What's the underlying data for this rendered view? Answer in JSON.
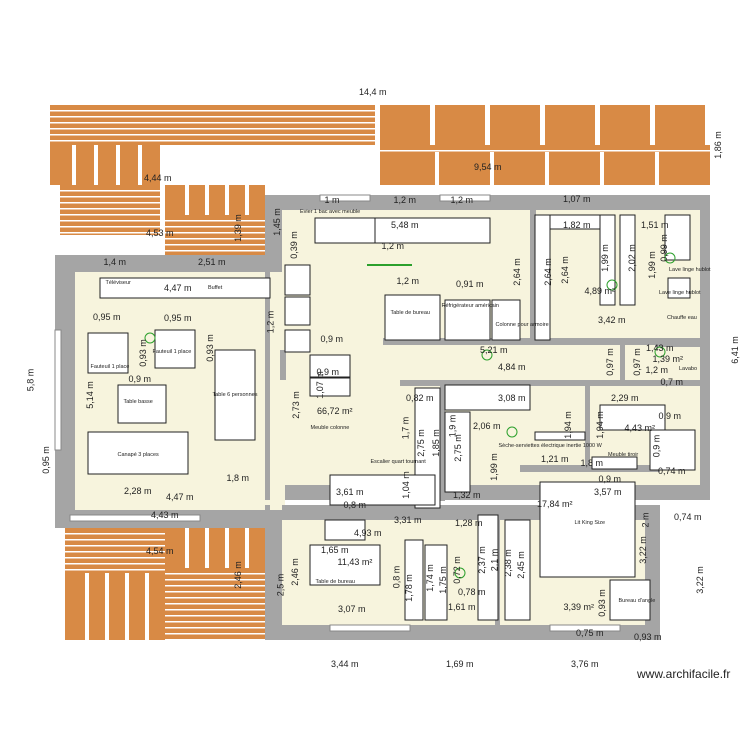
{
  "colors": {
    "deck": "#d88a45",
    "wall": "#a5a5a5",
    "floor": "#f7f4dd",
    "furniture": "#ffffff",
    "light_fixture": "#2ca02c"
  },
  "watermark": "www.archifacile.fr",
  "dimensions": [
    "14,4 m",
    "1,86 m",
    "9,54 m",
    "4,44 m",
    "4,53 m",
    "1,39 m",
    "1,4 m",
    "2,51 m",
    "1 m",
    "1,2 m",
    "1,2 m",
    "1,07 m",
    "1,45 m",
    "5,48 m",
    "1,2 m",
    "0,39 m",
    "1,82 m",
    "1,51 m",
    "0,99 m",
    "2,64 m",
    "2,64 m",
    "2,64 m",
    "1,99 m",
    "2,02 m",
    "1,99 m",
    "3,42 m",
    "1,2 m",
    "0,91 m",
    "5,21 m",
    "4,84 m",
    "0,97 m",
    "1,43 m",
    "0,97 m",
    "1,2 m",
    "0,7 m",
    "4,47 m",
    "0,95 m",
    "0,95 m",
    "0,93 m",
    "0,93 m",
    "0,9 m",
    "5,14 m",
    "0,95 m",
    "5,8 m",
    "1,2 m",
    "0,9 m",
    "0,9 m",
    "1,07 m",
    "2,73 m",
    "1,8 m",
    "2,28 m",
    "4,47 m",
    "4,43 m",
    "4,54 m",
    "2,46 m",
    "0,82 m",
    "3,08 m",
    "1,7 m",
    "2,75 m",
    "1,85 m",
    "1,9 m",
    "2,75 m",
    "2,06 m",
    "1,99 m",
    "1,94 m",
    "1,94 m",
    "2,29 m",
    "0,9 m",
    "0,9 m",
    "0,74 m",
    "1,21 m",
    "1,8 m",
    "1,04 m",
    "1,32 m",
    "3,61 m",
    "0,8 m",
    "0,9 m",
    "3,57 m",
    "0,74 m",
    "3,22 m",
    "6,41 m",
    "3,31 m",
    "4,93 m",
    "1,28 m",
    "1,65 m",
    "2,46 m",
    "2,5 m",
    "0,8 m",
    "1,78 m",
    "1,74 m",
    "1,75 m",
    "0,72 m",
    "0,78 m",
    "2,37 m",
    "2,1 m",
    "2,38 m",
    "2,45 m",
    "1,61 m",
    "3,07 m",
    "2 m",
    "3,22 m",
    "0,93 m",
    "0,75 m",
    "0,93 m",
    "3,44 m",
    "1,69 m",
    "3,76 m"
  ],
  "areas": [
    "4,89 m²",
    "1,39 m²",
    "66,72 m²",
    "4,43 m²",
    "17,84 m²",
    "11,43 m²",
    "3,39 m²"
  ],
  "furniture_labels": [
    "Evier 1 bac avec meuble",
    "Lave linge hublot",
    "Lave linge hublot",
    "Chauffe eau",
    "Table de bureau",
    "Réfrigérateur américain",
    "Colonne pour armoire",
    "Lavabo",
    "Téléviseur",
    "Buffet",
    "Fauteuil 1 place",
    "Fauteuil 1 place",
    "Table basse",
    "Canapé 3 places",
    "Table 6 personnes",
    "Meuble colonne",
    "Escalier quart tournant",
    "Sèche-serviettes électrique inertie 1000 W",
    "Meuble tiroir",
    "Lit King Size",
    "Table de bureau",
    "Bureau d'angle"
  ]
}
